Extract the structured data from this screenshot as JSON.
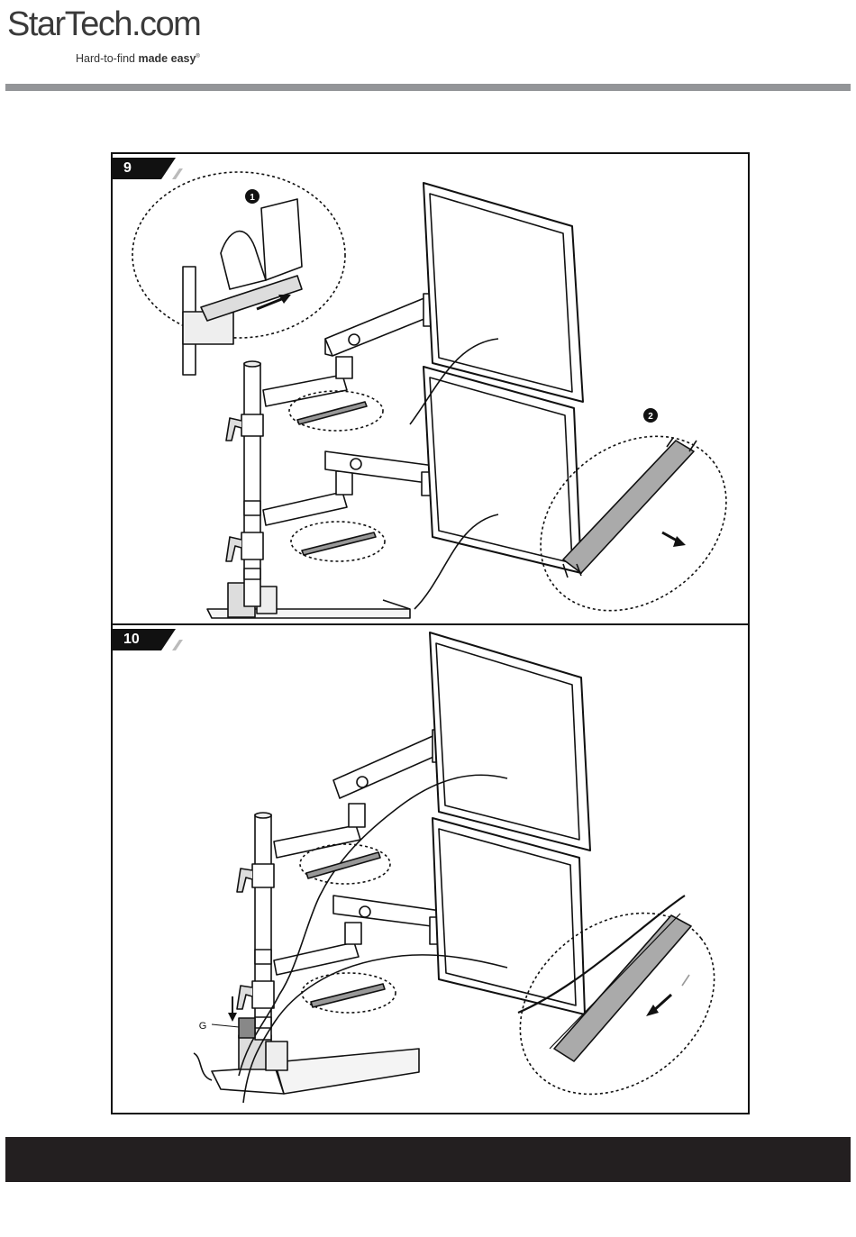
{
  "header": {
    "brand": "StarTech.com",
    "tagline_plain": "Hard-to-find ",
    "tagline_bold": "made easy",
    "trademark": "®"
  },
  "steps": [
    {
      "number": "9",
      "callouts": [
        "1",
        "2"
      ]
    },
    {
      "number": "10",
      "callouts": [
        "G"
      ]
    }
  ],
  "colors": {
    "rule_gray": "#939598",
    "footer_dark": "#231f20",
    "ink": "#111111",
    "plate_gray": "#9a9a9a"
  }
}
